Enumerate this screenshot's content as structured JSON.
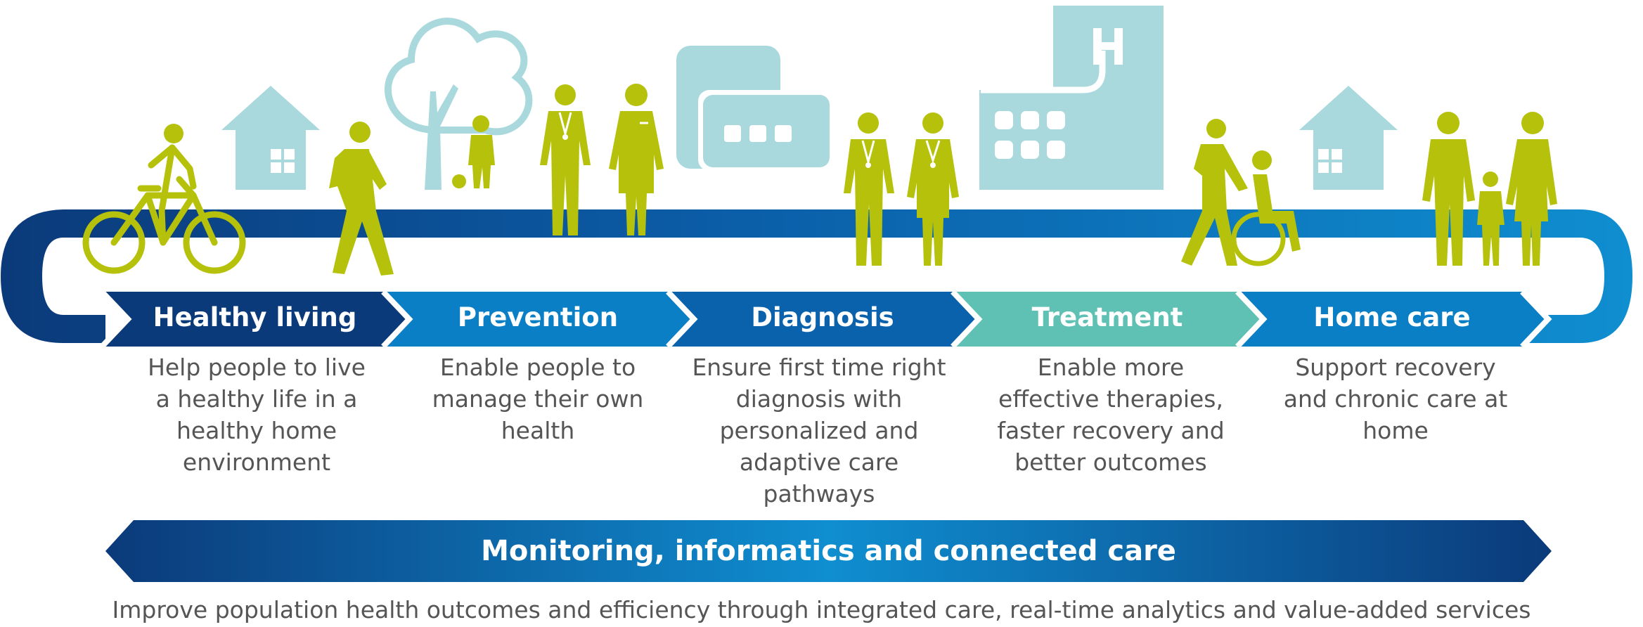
{
  "stages": [
    {
      "label": "Healthy living",
      "description": "Help people to live a healthy life in a healthy home environment"
    },
    {
      "label": "Prevention",
      "description": "Enable people to manage their own health"
    },
    {
      "label": "Diagnosis",
      "description": "Ensure first time right diagnosis with personalized and adaptive care pathways"
    },
    {
      "label": "Treatment",
      "description": "Enable more effective therapies, faster recovery and better outcomes"
    },
    {
      "label": "Home care",
      "description": "Support recovery and chronic care at home"
    }
  ],
  "band": {
    "label": "Monitoring, informatics and connected care"
  },
  "footer": {
    "text": "Improve population health outcomes and efficiency through integrated care, real-time analytics and value-added services"
  },
  "icons": [
    "cyclist-icon",
    "house-icon",
    "walking-person-icon",
    "tree-icon",
    "child-with-ball-icon",
    "doctor-icon",
    "nurse-icon",
    "chat-bubbles-icon",
    "doctor-icon",
    "doctor-icon",
    "hospital-icon",
    "caregiver-icon",
    "wheelchair-patient-icon",
    "house-icon",
    "family-icon"
  ],
  "colors": {
    "figure_green": "#b5c10a",
    "building_teal": "#a9d9dd",
    "dark_navy": "#0b3a7a",
    "blue": "#0b7fc5",
    "mid_blue": "#0b62ac",
    "treatment_teal": "#5fc0b4",
    "text_grey": "#555555"
  }
}
